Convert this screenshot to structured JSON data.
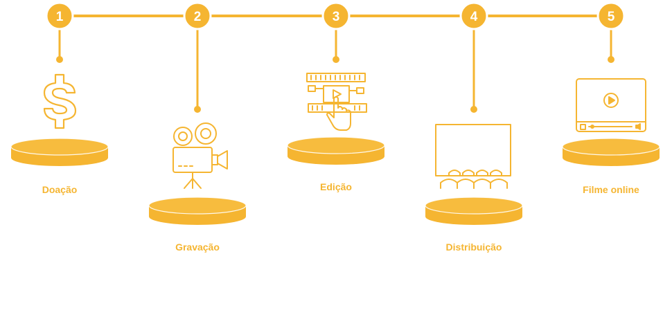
{
  "colors": {
    "accent": "#F5B531",
    "accent_dark": "#E6A21F",
    "number_text": "#ffffff",
    "background": "#ffffff"
  },
  "steps": [
    {
      "number": "1",
      "label": "Doação",
      "icon": "dollar-sign-icon"
    },
    {
      "number": "2",
      "label": "Gravação",
      "icon": "film-camera-icon"
    },
    {
      "number": "3",
      "label": "Edição",
      "icon": "video-editing-icon"
    },
    {
      "number": "4",
      "label": "Distribuição",
      "icon": "cinema-theater-icon"
    },
    {
      "number": "5",
      "label": "Filme online",
      "icon": "online-video-player-icon"
    }
  ]
}
